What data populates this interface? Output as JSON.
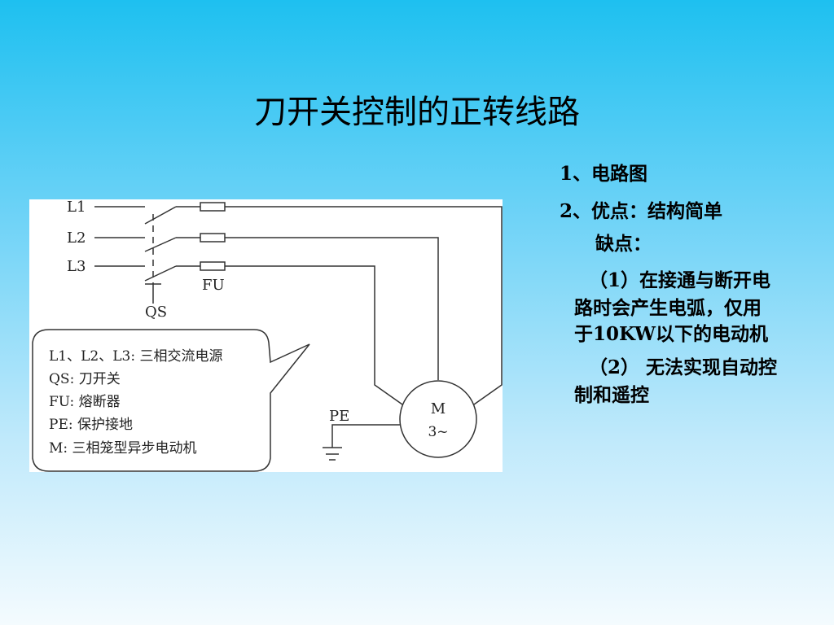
{
  "title": "刀开关控制的正转线路",
  "diagram": {
    "lines": [
      "L1",
      "L2",
      "L3"
    ],
    "switch_label": "QS",
    "fuse_label": "FU",
    "ground_label": "PE",
    "motor_label": "M",
    "motor_sub": "3~",
    "legend": [
      "L1、L2、L3:  三相交流电源",
      "QS:  刀开关",
      "FU:  熔断器",
      "PE:  保护接地",
      "M:  三相笼型异步电动机"
    ]
  },
  "notes": {
    "item1": "1、电路图",
    "item2": "2、优点：结构简单",
    "drawback_label": "缺点：",
    "point1": [
      "（1）在接通与断开电",
      "路时会产生电弧，仅用",
      "于10KW以下的电动机"
    ],
    "point2": [
      "（2） 无法实现自动控",
      "制和遥控"
    ]
  }
}
